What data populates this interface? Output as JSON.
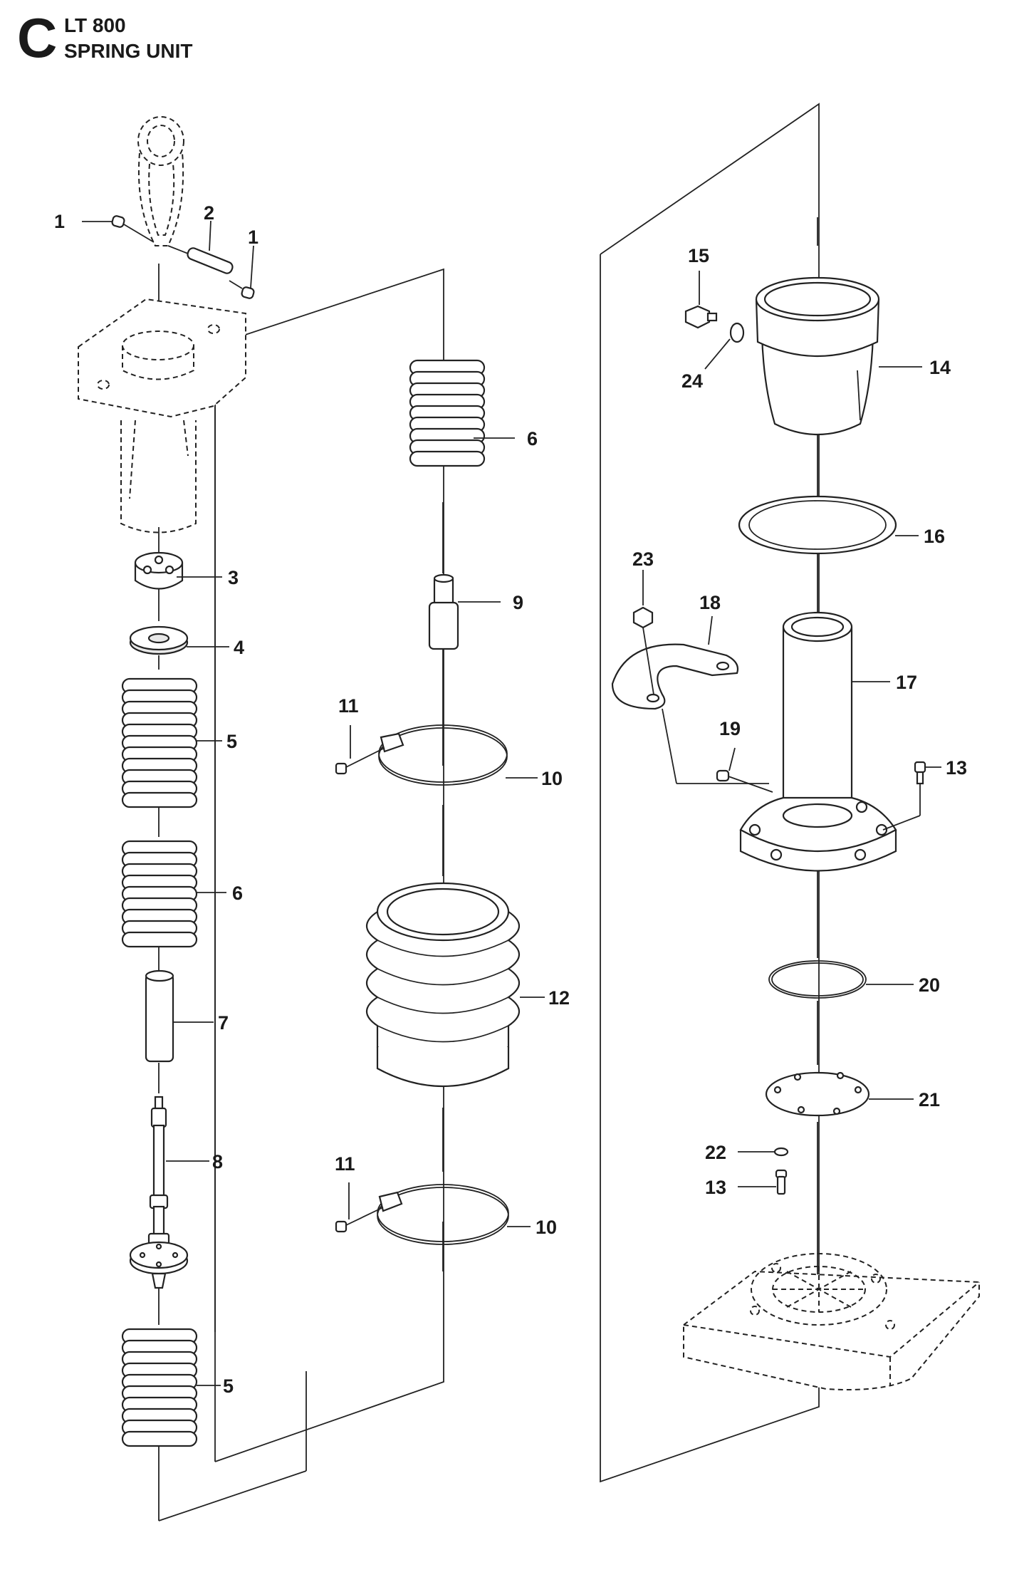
{
  "header": {
    "section_letter": "C",
    "model": "LT 800",
    "unit": "SPRING UNIT"
  },
  "callouts": {
    "c1a": "1",
    "c1b": "1",
    "c2": "2",
    "c3": "3",
    "c4": "4",
    "c5a": "5",
    "c5b": "5",
    "c6a": "6",
    "c6b": "6",
    "c7": "7",
    "c8": "8",
    "c9": "9",
    "c10a": "10",
    "c10b": "10",
    "c11a": "11",
    "c11b": "11",
    "c12": "12",
    "c13a": "13",
    "c13b": "13",
    "c14": "14",
    "c15": "15",
    "c16": "16",
    "c17": "17",
    "c18": "18",
    "c19": "19",
    "c20": "20",
    "c21": "21",
    "c22": "22",
    "c23": "23",
    "c24": "24"
  }
}
